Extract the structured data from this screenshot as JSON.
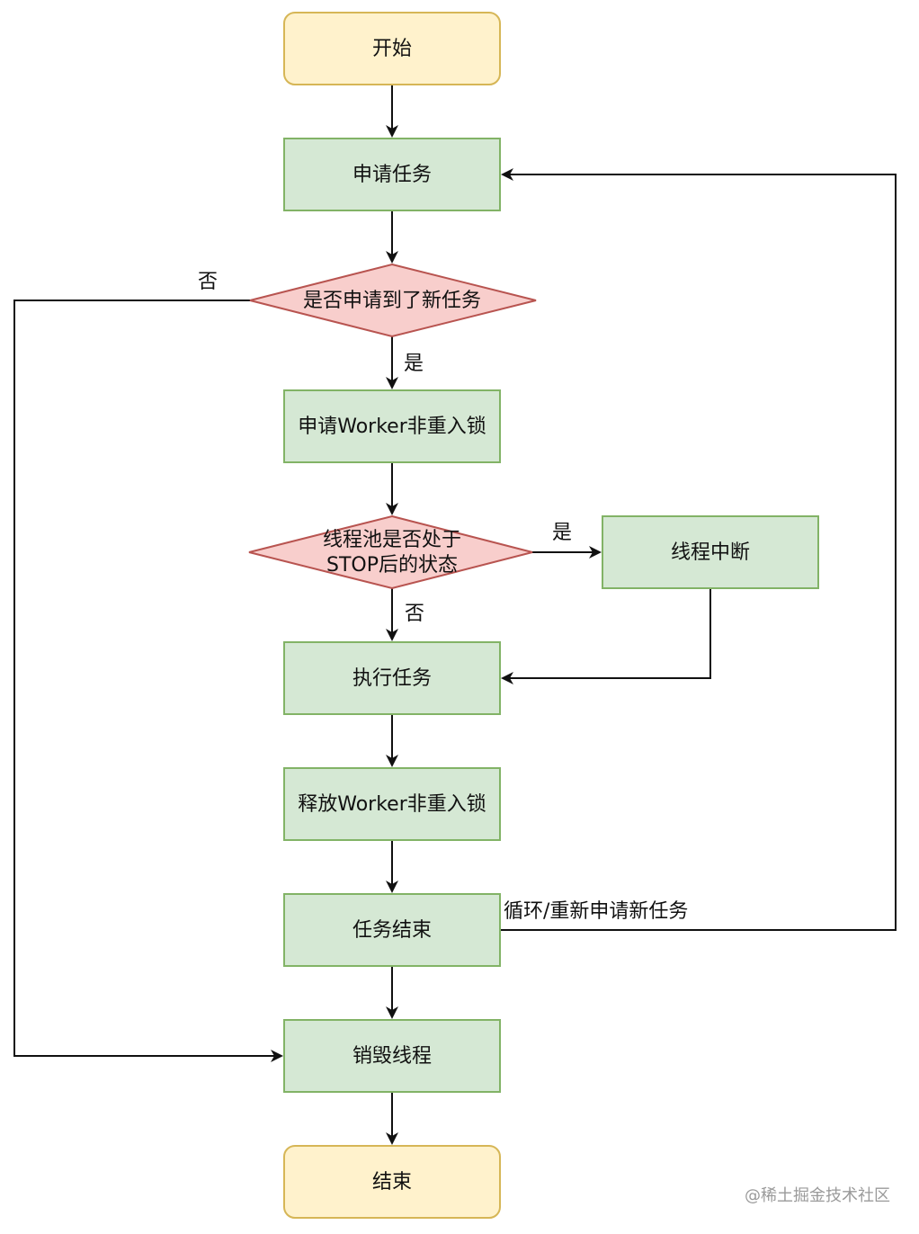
{
  "colors": {
    "terminal_fill": "#fff2cc",
    "terminal_stroke": "#d6b656",
    "process_fill": "#d5e8d4",
    "process_stroke": "#82b366",
    "decision_fill": "#f8cecc",
    "decision_stroke": "#b85450",
    "edge": "#111111"
  },
  "nodes": {
    "start": "开始",
    "apply_task": "申请任务",
    "got_task_q": "是否申请到了新任务",
    "apply_lock": "申请Worker非重入锁",
    "pool_stop_q_line1": "线程池是否处于",
    "pool_stop_q_line2": "STOP后的状态",
    "interrupt": "线程中断",
    "run_task": "执行任务",
    "release_lock": "释放Worker非重入锁",
    "task_end": "任务结束",
    "destroy": "销毁线程",
    "end": "结束"
  },
  "edges": {
    "no_task": "否",
    "yes_task": "是",
    "yes_stop": "是",
    "no_stop": "否",
    "loop": "循环/重新申请新任务"
  },
  "watermark": "@稀土掘金技术社区"
}
